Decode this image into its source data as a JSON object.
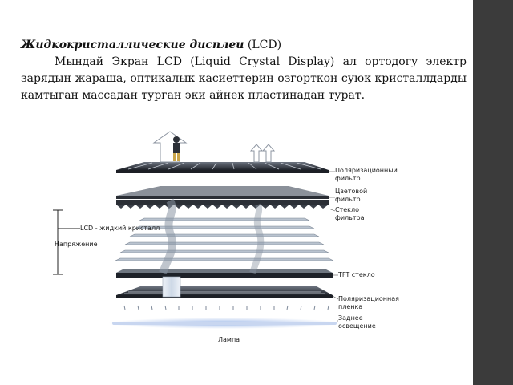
{
  "text": {
    "heading_bold": "Жидкокристаллические дисплеи",
    "heading_rest": " (LCD)",
    "body": "Мындай Экран LCD (Liquid Crystal Display) ал ортодогу электр зарядын жараша, оптикалык касиеттерин өзгөрткөн суюк кристаллдарды камтыган массадан турган эки айнек пластинадан турат."
  },
  "figure": {
    "labels": {
      "polarizer_filter": "Поляризационный\nфильтр",
      "color_filter": "Цветовой\nфильтр",
      "filter_glass": "Стекло\nфильтра",
      "liquid_crystal": "LCD - жидкий кристалл",
      "voltage": "Напряжение",
      "tft_glass": "TFT стекло",
      "polarizing_film": "Поляризационная\nпленка",
      "backlight": "Заднее\nосвещение",
      "lamp": "Лампа"
    }
  }
}
